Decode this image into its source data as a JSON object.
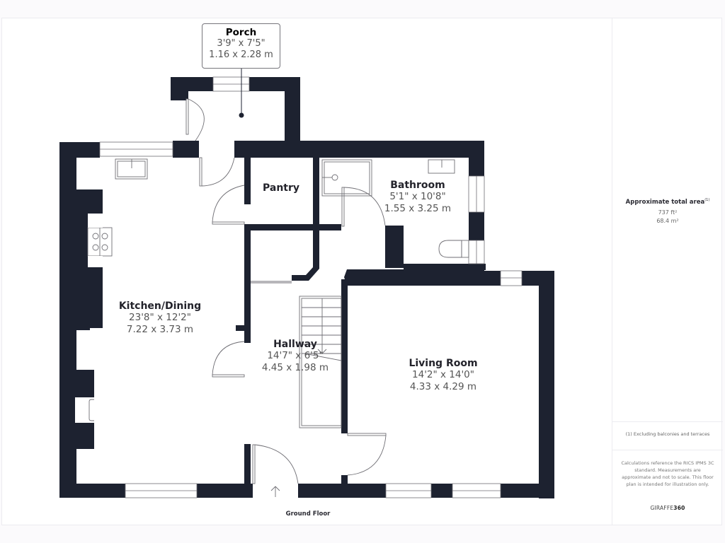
{
  "floor": {
    "name": "Ground Floor"
  },
  "rooms": {
    "porch": {
      "name": "Porch",
      "imperial": "3'9\" x 7'5\"",
      "metric": "1.16 x 2.28 m"
    },
    "kitchen": {
      "name": "Kitchen/Dining",
      "imperial": "23'8\" x 12'2\"",
      "metric": "7.22 x 3.73 m"
    },
    "pantry": {
      "name": "Pantry"
    },
    "bathroom": {
      "name": "Bathroom",
      "imperial": "5'1\" x 10'8\"",
      "metric": "1.55 x 3.25 m"
    },
    "hallway": {
      "name": "Hallway",
      "imperial": "14'7\" x 6'5\"",
      "metric": "4.45 x 1.98 m"
    },
    "living": {
      "name": "Living Room",
      "imperial": "14'2\" x 14'0\"",
      "metric": "4.33 x 4.29 m"
    }
  },
  "summary": {
    "title": "Approximate total area",
    "title_note": "(1)",
    "area_ft": "737 ft²",
    "area_m": "68.4 m²",
    "footnote": "(1) Excluding balconies and terraces",
    "disclaimer": "Calculations reference the RICS IPMS 3C standard. Measurements are approximate and not to scale. This floor plan is intended for illustration only.",
    "brand_prefix": "GIRAFFE",
    "brand_suffix": "360"
  },
  "colors": {
    "wall": "#1d2230",
    "line": "#6f6e74",
    "text": "#23232b"
  }
}
